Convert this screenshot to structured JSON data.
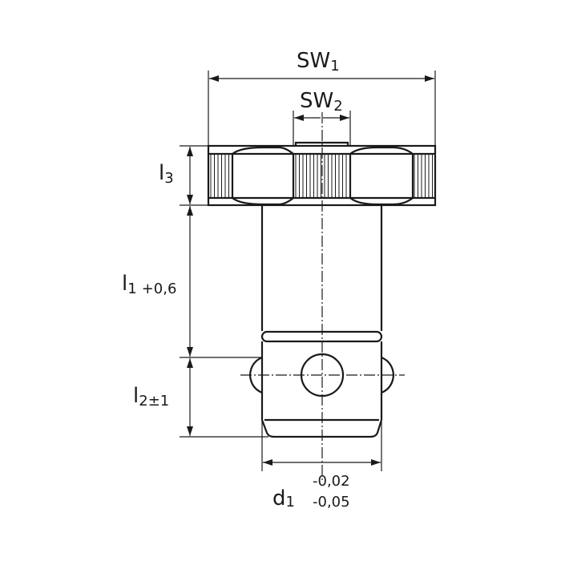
{
  "labels": {
    "sw1": {
      "main": "SW",
      "sub": "1"
    },
    "sw2": {
      "main": "SW",
      "sub": "2"
    },
    "l3": {
      "main": "l",
      "sub": "3"
    },
    "l1": {
      "main": "l",
      "sub": "1",
      "tol": "+0,6"
    },
    "l2": {
      "main": "l",
      "sub": "2",
      "tol": "±1"
    },
    "d1": {
      "main": "d",
      "sub": "1",
      "tol_upper": "-0,02",
      "tol_lower": "-0,05"
    }
  },
  "colors": {
    "line": "#1a1a1a",
    "background": "#ffffff"
  }
}
